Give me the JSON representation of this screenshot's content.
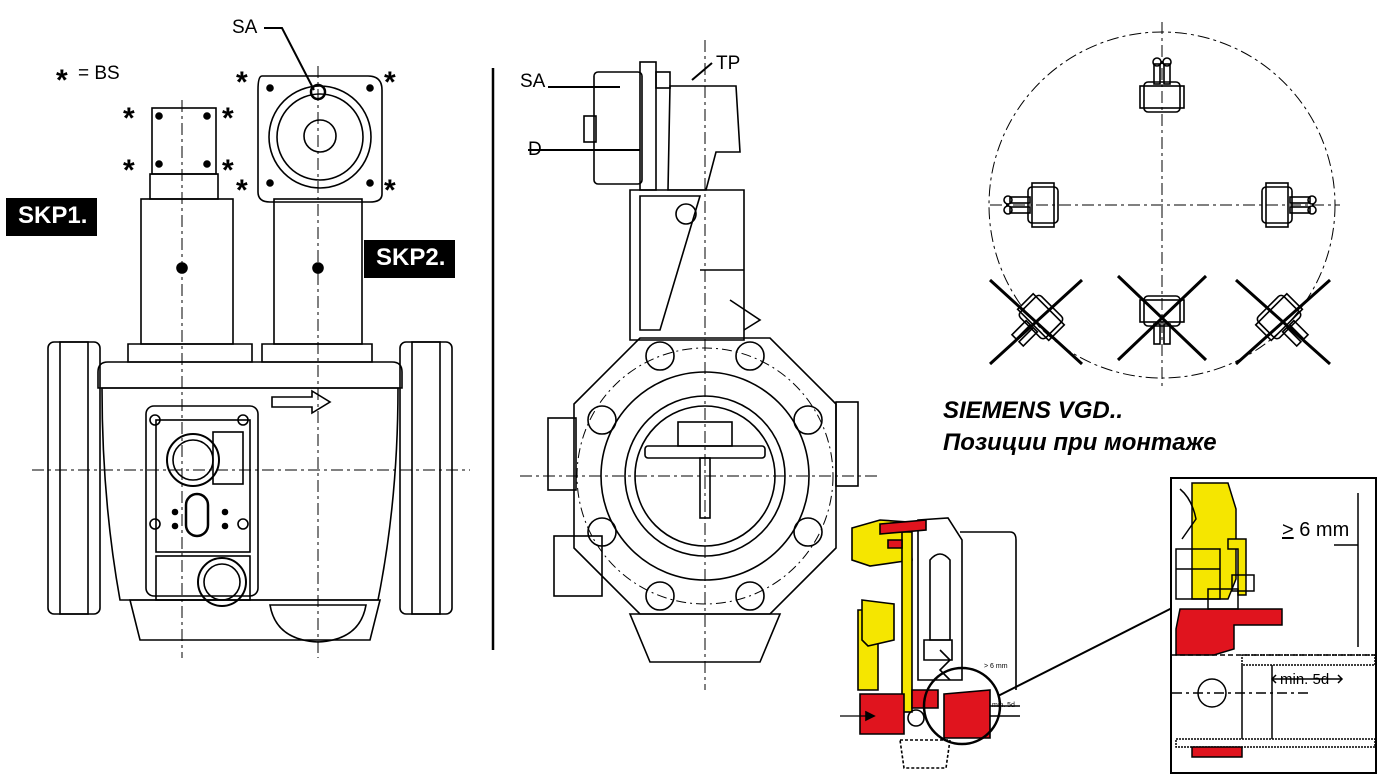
{
  "legend": {
    "symbol": "*",
    "text": "= BS"
  },
  "front_view": {
    "sa_label": "SA",
    "skp1_label": "SKP1.",
    "skp2_label": "SKP2."
  },
  "side_view": {
    "sa_label": "SA",
    "tp_label": "TP",
    "d_label": "D"
  },
  "positions": {
    "caption_line1": "SIEMENS VGD..",
    "caption_line2": "Позиции при монтаже"
  },
  "detail": {
    "small_dim_label": "> 6 mm",
    "small_min_label": "min. 5d",
    "inset_dim_value": "6 mm",
    "inset_min_label": "min. 5d"
  },
  "colors": {
    "highlight_red": "#e0141e",
    "highlight_yellow": "#f5e600"
  }
}
